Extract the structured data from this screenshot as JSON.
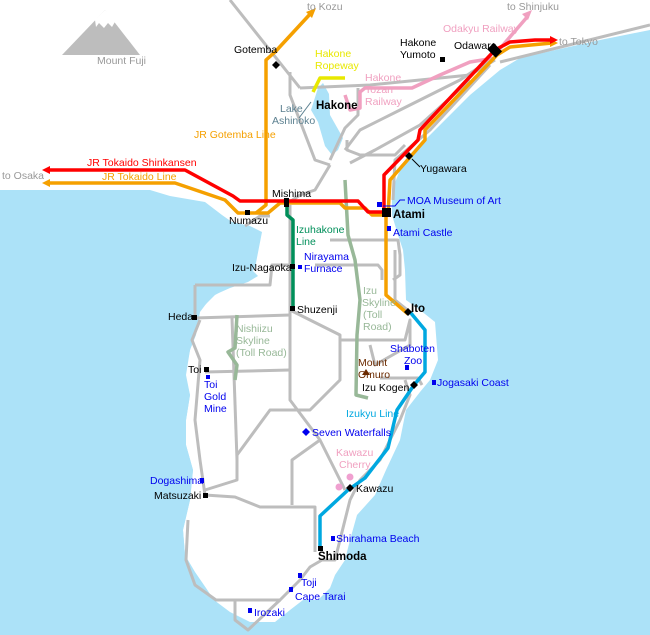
{
  "title": "Hakone and Izu Peninsula access map",
  "colors": {
    "sea": "#ace2f8",
    "land": "#ffffff",
    "road": "#bdbdbd",
    "shinkansen": "#ff0000",
    "jr_line": "#f5a000",
    "izuhakone": "#008f5a",
    "izukyu": "#00a8e0",
    "odakyu": "#f0a0c0",
    "ropeway": "#e8e800",
    "toll_road": "#98b898",
    "attraction": "#0000ee"
  },
  "landmarks": {
    "fuji": "Mount Fuji",
    "lake_1": "Lake",
    "lake_2": "Ashinoko",
    "omuro_1": "Mount",
    "omuro_2": "Omuro"
  },
  "directions": {
    "kozu": "to Kozu",
    "shinjuku": "to Shinjuku",
    "tokyo": "to Tokyo",
    "osaka": "to Osaka"
  },
  "lines": {
    "odakyu": "Odakyu Railway",
    "ropeway_1": "Hakone",
    "ropeway_2": "Ropeway",
    "tozan_1": "Hakone",
    "tozan_2": "Tozan",
    "tozan_3": "Railway",
    "gotemba": "JR Gotemba Line",
    "shinkansen": "JR Tokaido Shinkansen",
    "tokaido": "JR Tokaido Line",
    "izuhakone_1": "Izuhakone",
    "izuhakone_2": "Line",
    "izukyu": "Izukyu Line",
    "izu_skyline": [
      "Izu",
      "Skyline",
      "(Toll",
      "Road)"
    ],
    "nishiizu_skyline": [
      "Nishiizu",
      "Skyline",
      "(Toll Road)"
    ]
  },
  "stations": {
    "gotemba": "Gotemba",
    "yumoto_1": "Hakone",
    "yumoto_2": "Yumoto",
    "odawara": "Odawara",
    "hakone": "Hakone",
    "mishima": "Mishima",
    "numazu": "Numazu",
    "yugawara": "Yugawara",
    "atami": "Atami",
    "izu_nagaoka": "Izu-Nagaoka",
    "shuzenji": "Shuzenji",
    "heda": "Heda",
    "ito": "Ito",
    "toi": "Toi",
    "izu_kogen": "Izu Kogen",
    "kawazu": "Kawazu",
    "matsuzaki": "Matsuzaki",
    "shimoda": "Shimoda"
  },
  "attractions": {
    "moa": "MOA Museum of Art",
    "atami_castle": "Atami Castle",
    "nirayama_1": "Nirayama",
    "nirayama_2": "Furnace",
    "shaboten_1": "Shaboten",
    "shaboten_2": "Zoo",
    "jogasaki": "Jogasaki Coast",
    "toi_gold": [
      "Toi",
      "Gold",
      "Mine"
    ],
    "seven_waterfalls": "Seven Waterfalls",
    "kawazu_cherry_1": "Kawazu",
    "kawazu_cherry_2": "Cherry",
    "dogashima": "Dogashima",
    "shirahama": "Shirahama Beach",
    "toji": "Toji",
    "cape_tarai": "Cape Tarai",
    "irozaki": "Irozaki"
  }
}
